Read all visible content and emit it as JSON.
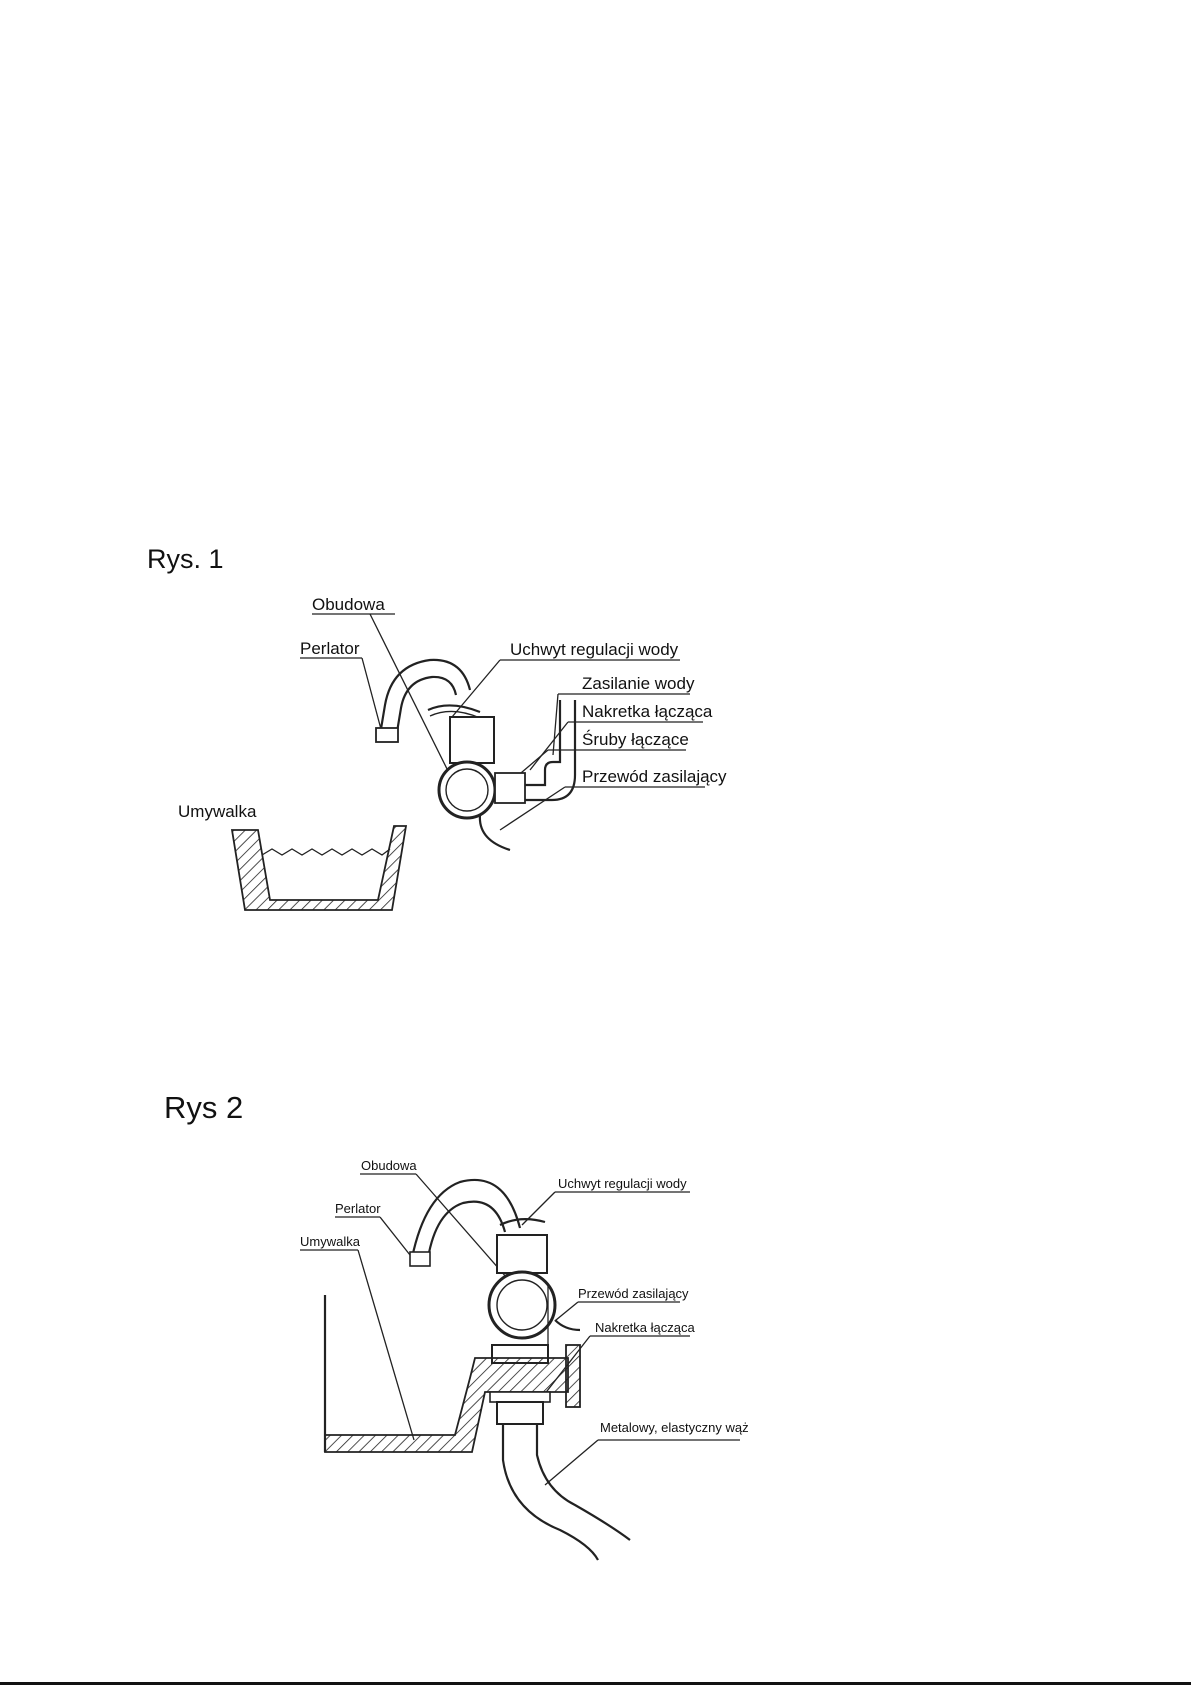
{
  "figure1": {
    "title": "Rys. 1",
    "labels": {
      "obudowa": "Obudowa",
      "perlator": "Perlator",
      "uchwyt": "Uchwyt regulacji wody",
      "zasilanie": "Zasilanie wody",
      "nakretka": "Nakretka łącząca",
      "sruby": "Śruby łączące",
      "przewod": "Przewód zasilający",
      "umywalka": "Umywalka"
    }
  },
  "figure2": {
    "title": "Rys 2",
    "labels": {
      "obudowa": "Obudowa",
      "perlator": "Perlator",
      "umywalka": "Umywalka",
      "uchwyt": "Uchwyt regulacji wody",
      "przewod": "Przewód zasilający",
      "nakretka": "Nakretka łącząca",
      "waz": "Metalowy, elastyczny wąż"
    }
  }
}
